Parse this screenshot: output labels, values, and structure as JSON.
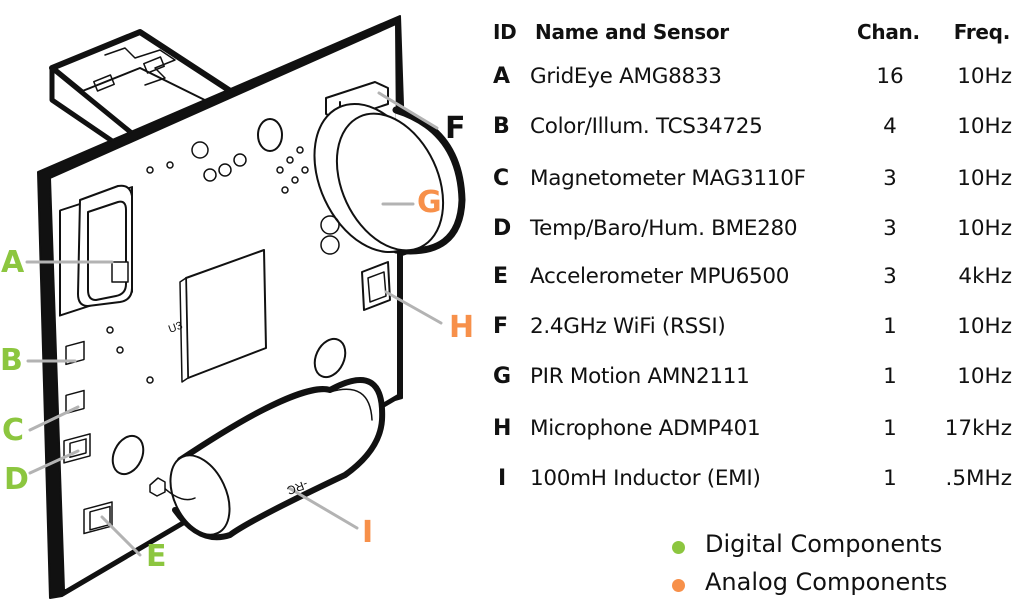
{
  "colors": {
    "digital": "#8cc63f",
    "analog": "#f7904a",
    "leader_line": "#b3b3b3",
    "outline": "#111111"
  },
  "callouts": [
    {
      "id": "A",
      "type": "digital"
    },
    {
      "id": "B",
      "type": "digital"
    },
    {
      "id": "C",
      "type": "digital"
    },
    {
      "id": "D",
      "type": "digital"
    },
    {
      "id": "E",
      "type": "digital"
    },
    {
      "id": "F",
      "type": "other"
    },
    {
      "id": "G",
      "type": "analog"
    },
    {
      "id": "H",
      "type": "analog"
    },
    {
      "id": "I",
      "type": "analog"
    }
  ],
  "board": {
    "silkscreen_u3": "U3",
    "silkscreen_rc": "-RC"
  },
  "table": {
    "headers": {
      "id": "ID",
      "name": "Name and Sensor",
      "chan": "Chan.",
      "freq": "Freq."
    },
    "rows": [
      {
        "id": "A",
        "name": "GridEye AMG8833",
        "chan": "16",
        "freq": "10Hz"
      },
      {
        "id": "B",
        "name": "Color/Illum. TCS34725",
        "chan": "4",
        "freq": "10Hz"
      },
      {
        "id": "C",
        "name": "Magnetometer MAG3110F",
        "chan": "3",
        "freq": "10Hz"
      },
      {
        "id": "D",
        "name": "Temp/Baro/Hum. BME280",
        "chan": "3",
        "freq": "10Hz"
      },
      {
        "id": "E",
        "name": "Accelerometer MPU6500",
        "chan": "3",
        "freq": "4kHz"
      },
      {
        "id": "F",
        "name": "2.4GHz WiFi (RSSI)",
        "chan": "1",
        "freq": "10Hz"
      },
      {
        "id": "G",
        "name": "PIR Motion AMN2111",
        "chan": "1",
        "freq": "10Hz"
      },
      {
        "id": "H",
        "name": "Microphone ADMP401",
        "chan": "1",
        "freq": "17kHz"
      },
      {
        "id": "I",
        "name": "100mH Inductor (EMI)",
        "chan": "1",
        "freq": ".5MHz"
      }
    ]
  },
  "legend": {
    "items": [
      {
        "label": "Digital Components",
        "color": "#8cc63f"
      },
      {
        "label": "Analog Components",
        "color": "#f7904a"
      }
    ]
  }
}
